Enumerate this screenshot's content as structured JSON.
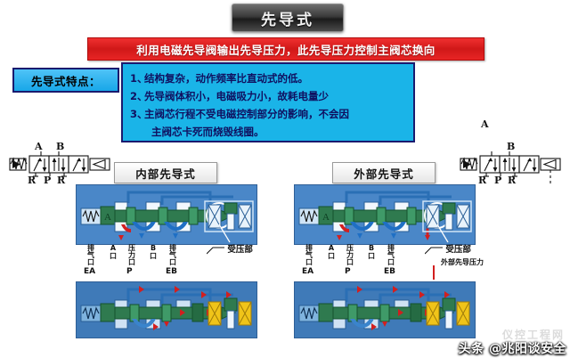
{
  "title": "先导式",
  "banner": "利用电磁先导阀输出先导压力，此先导压力控制主阀芯换向",
  "features": {
    "label": "先导式特点：",
    "items": [
      {
        "num": "1、",
        "text": "结构复杂，动作频率比直动式的低。"
      },
      {
        "num": "2、",
        "text": "先导阀体积小，电磁吸力小，故耗电量少"
      },
      {
        "num": "3、",
        "text": "主阀芯行程不受电磁控制部分的影响，不会因"
      }
    ],
    "continuation": "主阀芯卡死而烧毁线圈。"
  },
  "symbols": {
    "left": {
      "a": "A",
      "b": "B",
      "r1": "R",
      "p": "P",
      "r2": "R"
    },
    "right": {
      "a": "A",
      "b": "B",
      "r1": "R",
      "p": "P",
      "r2": "R"
    }
  },
  "sections": [
    {
      "heading": "内部先导式",
      "ports": [
        {
          "cjk": "排气口",
          "code": "EA"
        },
        {
          "cjk": "A口",
          "code": ""
        },
        {
          "cjk": "压力口",
          "code": "P"
        },
        {
          "cjk": "B口",
          "code": ""
        },
        {
          "cjk": "排气口",
          "code": "EB"
        }
      ],
      "callout": "受压部",
      "extra_callout": ""
    },
    {
      "heading": "外部先导式",
      "ports": [
        {
          "cjk": "排气口",
          "code": "EA"
        },
        {
          "cjk": "A口",
          "code": ""
        },
        {
          "cjk": "压力口",
          "code": "P"
        },
        {
          "cjk": "B口",
          "code": ""
        },
        {
          "cjk": "排气口",
          "code": "EB"
        }
      ],
      "callout": "受压部",
      "extra_callout": "外部先导压力"
    }
  ],
  "footer": {
    "watermark": "仪控工程网",
    "credit": "头条 @兆阳谈安全"
  },
  "colors": {
    "banner_red": "#d01818",
    "feature_cyan": "#1ab4e8",
    "panel_blue": "#4a87c8",
    "spool_green": "#2f7a4f",
    "flow_red": "#d21f1f"
  }
}
